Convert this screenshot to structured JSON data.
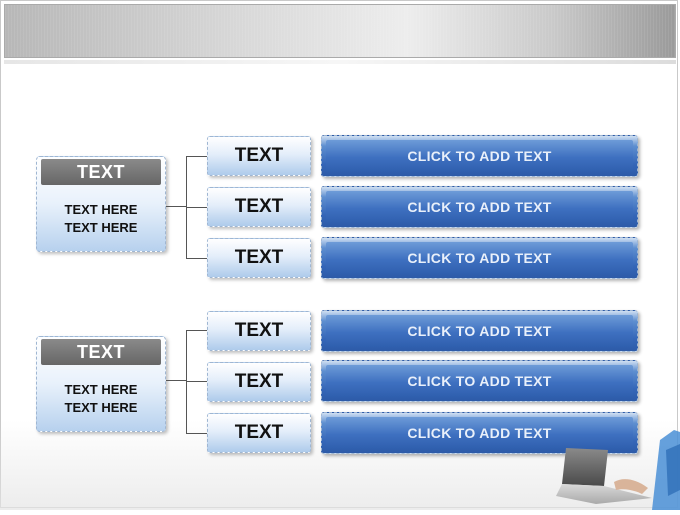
{
  "groups": [
    {
      "title": "TEXT",
      "body_line1": "TEXT HERE",
      "body_line2": "TEXT HERE",
      "rows": [
        {
          "label": "TEXT",
          "action": "CLICK TO ADD TEXT"
        },
        {
          "label": "TEXT",
          "action": "CLICK TO ADD TEXT"
        },
        {
          "label": "TEXT",
          "action": "CLICK TO ADD TEXT"
        }
      ]
    },
    {
      "title": "TEXT",
      "body_line1": "TEXT HERE",
      "body_line2": "TEXT HERE",
      "rows": [
        {
          "label": "TEXT",
          "action": "CLICK TO ADD TEXT"
        },
        {
          "label": "TEXT",
          "action": "CLICK TO ADD TEXT"
        },
        {
          "label": "TEXT",
          "action": "CLICK TO ADD TEXT"
        }
      ]
    }
  ],
  "colors": {
    "accent_blue": "#3566b8",
    "title_gray": "#777777",
    "light_blue": "#b7d1ee"
  },
  "icons": [
    "laptop-icon"
  ]
}
